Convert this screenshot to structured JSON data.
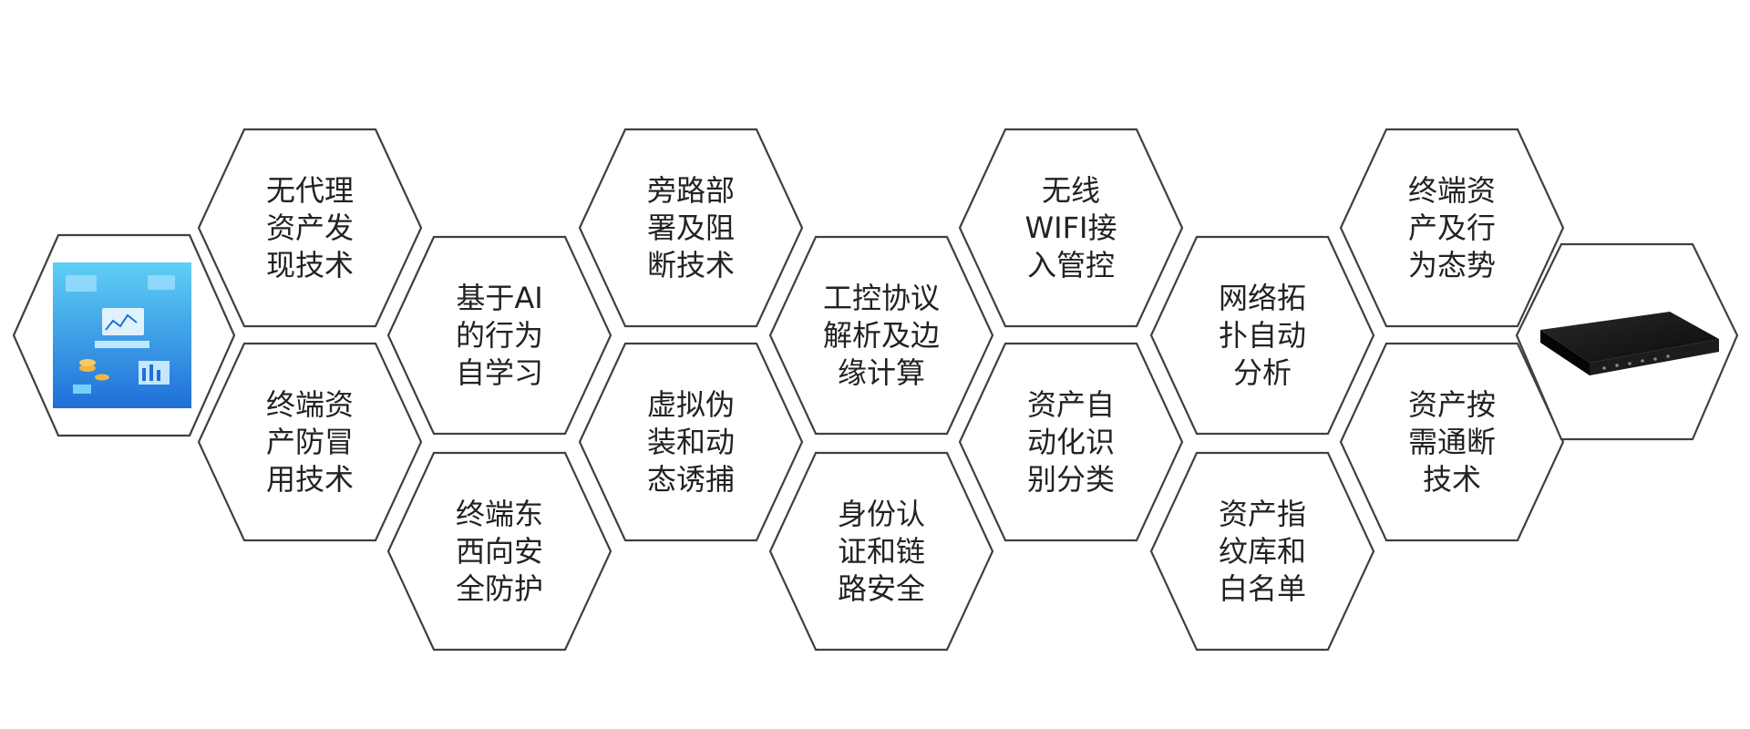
{
  "diagram": {
    "left_icon": "asset-monitoring-platform-icon",
    "right_icon": "network-appliance-device-icon",
    "colors": {
      "hex_border": "#404040",
      "text": "#222222",
      "icon_blue_light": "#5fd0f5",
      "icon_blue_dark": "#1f6fd8",
      "icon_accent": "#f2b544",
      "device_body": "#121212"
    },
    "cells": [
      {
        "id": "agentless-asset-discovery",
        "lines": [
          "无代理",
          "资产发",
          "现技术"
        ]
      },
      {
        "id": "endpoint-anti-spoofing",
        "lines": [
          "终端资",
          "产防冒",
          "用技术"
        ]
      },
      {
        "id": "ai-behavior-learning",
        "lines": [
          "基于AI",
          "的行为",
          "自学习"
        ]
      },
      {
        "id": "east-west-protection",
        "lines": [
          "终端东",
          "西向安",
          "全防护"
        ]
      },
      {
        "id": "bypass-blocking",
        "lines": [
          "旁路部",
          "署及阻",
          "断技术"
        ]
      },
      {
        "id": "virtual-disguise-trap",
        "lines": [
          "虚拟伪",
          "装和动",
          "态诱捕"
        ]
      },
      {
        "id": "industrial-protocol-edge",
        "lines": [
          "工控协议",
          "解析及边",
          "缘计算"
        ]
      },
      {
        "id": "identity-link-security",
        "lines": [
          "身份认",
          "证和链",
          "路安全"
        ]
      },
      {
        "id": "wireless-wifi-control",
        "lines": [
          "无线",
          "WIFI接",
          "入管控"
        ]
      },
      {
        "id": "asset-auto-classification",
        "lines": [
          "资产自",
          "动化识",
          "别分类"
        ]
      },
      {
        "id": "network-topology-analysis",
        "lines": [
          "网络拓",
          "扑自动",
          "分析"
        ]
      },
      {
        "id": "asset-fingerprint-whitelist",
        "lines": [
          "资产指",
          "纹库和",
          "白名单"
        ]
      },
      {
        "id": "endpoint-asset-behavior-situation",
        "lines": [
          "终端资",
          "产及行",
          "为态势"
        ]
      },
      {
        "id": "asset-on-demand-disconnect",
        "lines": [
          "资产按",
          "需通断",
          "技术"
        ]
      }
    ]
  }
}
